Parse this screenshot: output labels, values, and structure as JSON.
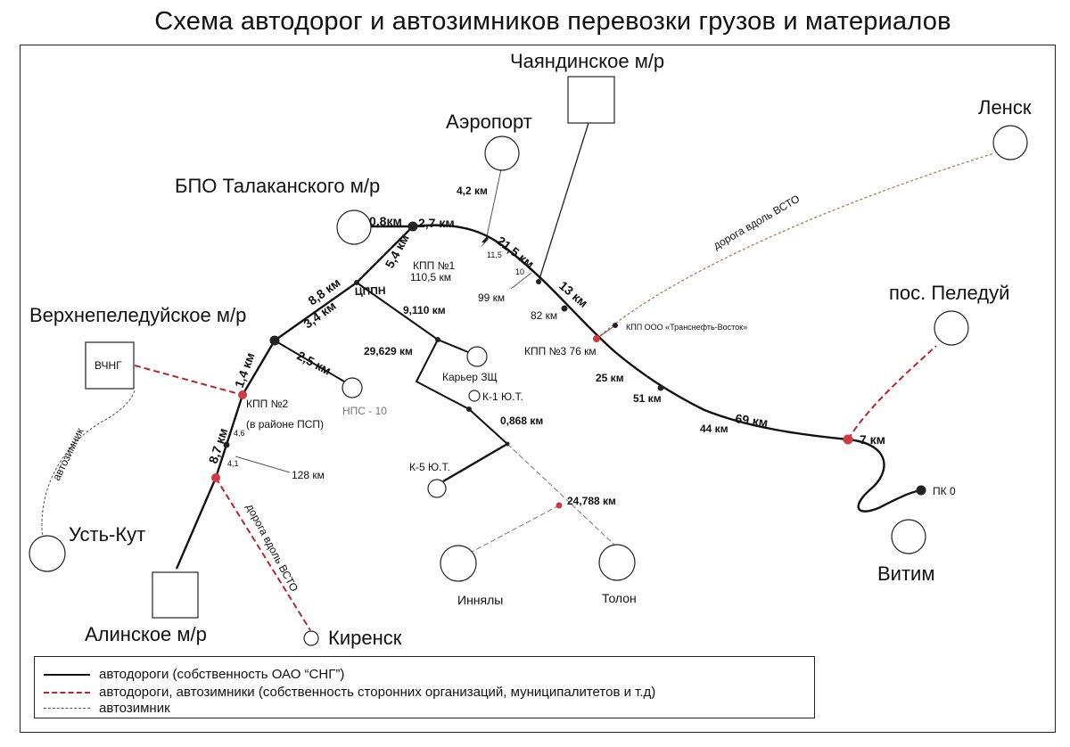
{
  "title": "Схема автодорог и автозимников перевозки грузов и материалов",
  "places": {
    "chayanda": "Чаяндинское м/р",
    "airport": "Аэропорт",
    "lensk": "Ленск",
    "bpo": "БПО Талаканского м/р",
    "verkhnepeleduy": "Верхнепеледуйское м/р",
    "vchng": "ВЧНГ",
    "ust_kut": "Усть-Кут",
    "alinskoe": "Алинское м/р",
    "kirensk": "Киренск",
    "peleduy": "пос. Пеледуй",
    "vitim": "Витим",
    "karier": "Карьер ЗЩ",
    "nps10": "НПС - 10",
    "k1": "К-1 Ю.Т.",
    "k5": "К-5 Ю.Т.",
    "innyaly": "Иннялы",
    "tolon": "Толон"
  },
  "checkpoints": {
    "kpp1": "КПП №1",
    "kpp1_km": "110,5 км",
    "kpp2": "КПП №2",
    "kpp2_note": "(в районе ПСП)",
    "kpp3": "КПП №3 76 км",
    "kpp_transneft": "КПП ООО «Транснефть-Восток»",
    "tspn": "ЦППН",
    "pk0": "ПК 0"
  },
  "road_labels": {
    "d_0_8": "0,8км",
    "d_2_7": "2,7 км",
    "d_5_4": "5,4 км",
    "d_4_2": "4,2 км",
    "d_21_5": "21,5 км",
    "d_11_5": "11,5",
    "d_10": "10",
    "d_99": "99 км",
    "d_13": "13 км",
    "d_82": "82 км",
    "d_8_8": "8,8 км",
    "d_3_4": "3,4 км",
    "d_9_110": "9,110 км",
    "d_2_5": "2,5 км",
    "d_29_629": "29,629 км",
    "d_0_868": "0,868 км",
    "d_1_4": "1,4 км",
    "d_4_6": "4,6",
    "d_8_7": "8,7 км",
    "d_4_1": "4,1",
    "d_128": "128 км",
    "d_25": "25 км",
    "d_51": "51 км",
    "d_69": "69 км",
    "d_44": "44 км",
    "d_7": "7 км",
    "d_24_788": "24,788 км",
    "along_vsto_1": "дорога вдоль ВСТО",
    "along_vsto_2": "дорога вдоль ВСТО",
    "avtozimnik": "автозимник"
  },
  "legend": {
    "item1": "автодороги (собственность ОАО “СНГ”)",
    "item2": "автодороги, автозимники (собственность сторонних организаций, муниципалитетов и т.д)",
    "item3": "автозимник"
  },
  "colors": {
    "own_road": "#111111",
    "third_party_road": "#b5272e",
    "winter_road": "#555555",
    "vsto_road": "#b07a4f",
    "checkpoint_red": "#d03a42"
  }
}
